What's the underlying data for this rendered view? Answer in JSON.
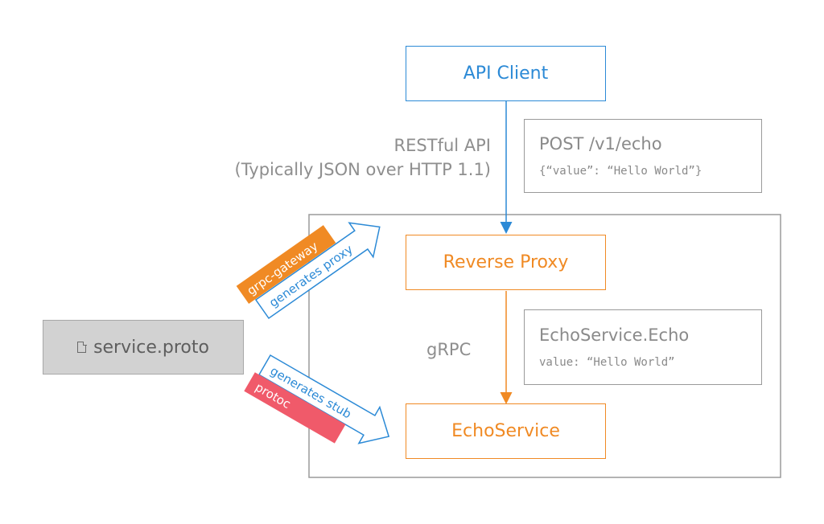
{
  "nodes": {
    "api_client": "API Client",
    "reverse_proxy": "Reverse Proxy",
    "echo_service": "EchoService",
    "service_proto": "service.proto"
  },
  "labels": {
    "restful_line1": "RESTful API",
    "restful_line2": "(Typically JSON over HTTP 1.1)",
    "grpc": "gRPC"
  },
  "request_box": {
    "title": "POST /v1/echo",
    "body": "{“value”: “Hello World”}"
  },
  "grpc_box": {
    "title": "EchoService.Echo",
    "body": "value: “Hello World”"
  },
  "arrows": {
    "gateway_tag": "grpc-gateway",
    "gateway_text": "generates proxy",
    "protoc_tag": "protoc",
    "protoc_text": "generates stub"
  },
  "colors": {
    "blue": "#2c8ad6",
    "orange": "#f08a24",
    "red": "#f05a6a",
    "gray": "#9a9a9a"
  }
}
